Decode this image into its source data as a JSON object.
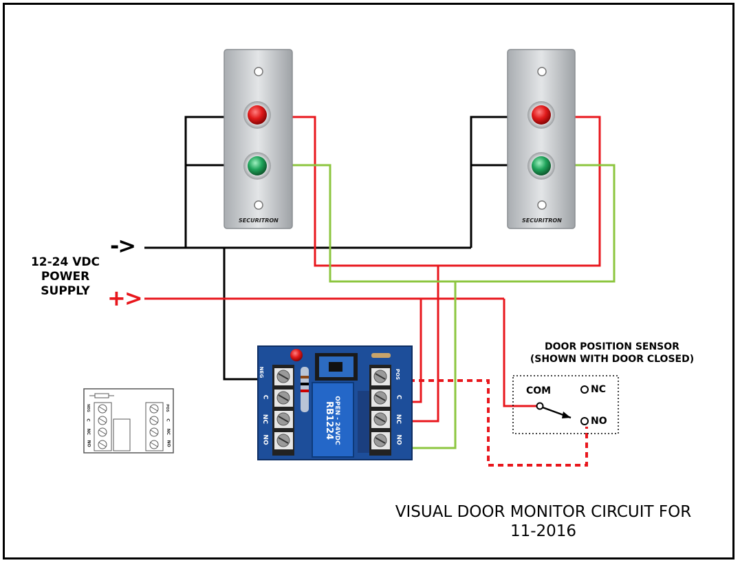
{
  "power_supply": {
    "label_line1": "12-24 VDC",
    "label_line2": "POWER",
    "label_line3": "SUPPLY",
    "negative_symbol": "->",
    "positive_symbol": "+>"
  },
  "panels": [
    {
      "brand": "SECURITRON"
    },
    {
      "brand": "SECURITRON"
    }
  ],
  "relay_board": {
    "relay_text_line1": "OPEN - 24VDC",
    "relay_text_line2": "RB1224",
    "left_terminals": [
      "NEG",
      "C",
      "NC",
      "NO"
    ],
    "right_terminals": [
      "POS",
      "C",
      "NC",
      "NO"
    ]
  },
  "sensor": {
    "title_line1": "DOOR POSITION SENSOR",
    "title_line2": "(SHOWN WITH DOOR CLOSED)",
    "com_label": "COM",
    "nc_label": "NC",
    "no_label": "NO"
  },
  "legend": {
    "left_terminals": [
      "NEG",
      "C",
      "NC",
      "NO"
    ],
    "right_terminals": [
      "POS",
      "C",
      "NC",
      "NO"
    ]
  },
  "footer": {
    "title_line1": "VISUAL DOOR MONITOR CIRCUIT FOR",
    "title_line2": "11-2016"
  },
  "colors": {
    "wire_black": "#000000",
    "wire_red": "#e8161c",
    "wire_green": "#8cc63f",
    "led_red": "#e01a1a",
    "led_green": "#1fa35a",
    "board_blue": "#1d4e9a",
    "plate_steel": "#c9cccf"
  }
}
